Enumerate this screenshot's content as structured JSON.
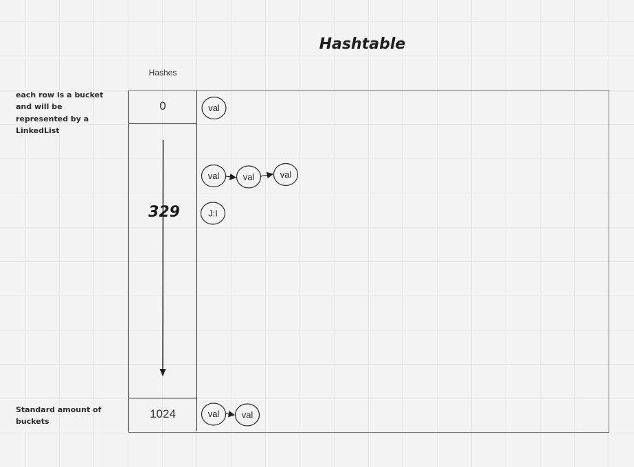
{
  "diagram": {
    "title": "Hashtable",
    "column_header": "Hashes",
    "notes": {
      "bucket_note": "each row is a bucket and will be represented by a LinkedList",
      "standard_note": "Standard amount of buckets"
    },
    "buckets": {
      "first_index": "0",
      "range_value": "329",
      "last_index": "1024"
    },
    "nodes": {
      "row0": [
        "val"
      ],
      "chain_middle": [
        "val",
        "val",
        "val"
      ],
      "special_node": "J:I",
      "row_last": [
        "val",
        "val"
      ]
    }
  }
}
